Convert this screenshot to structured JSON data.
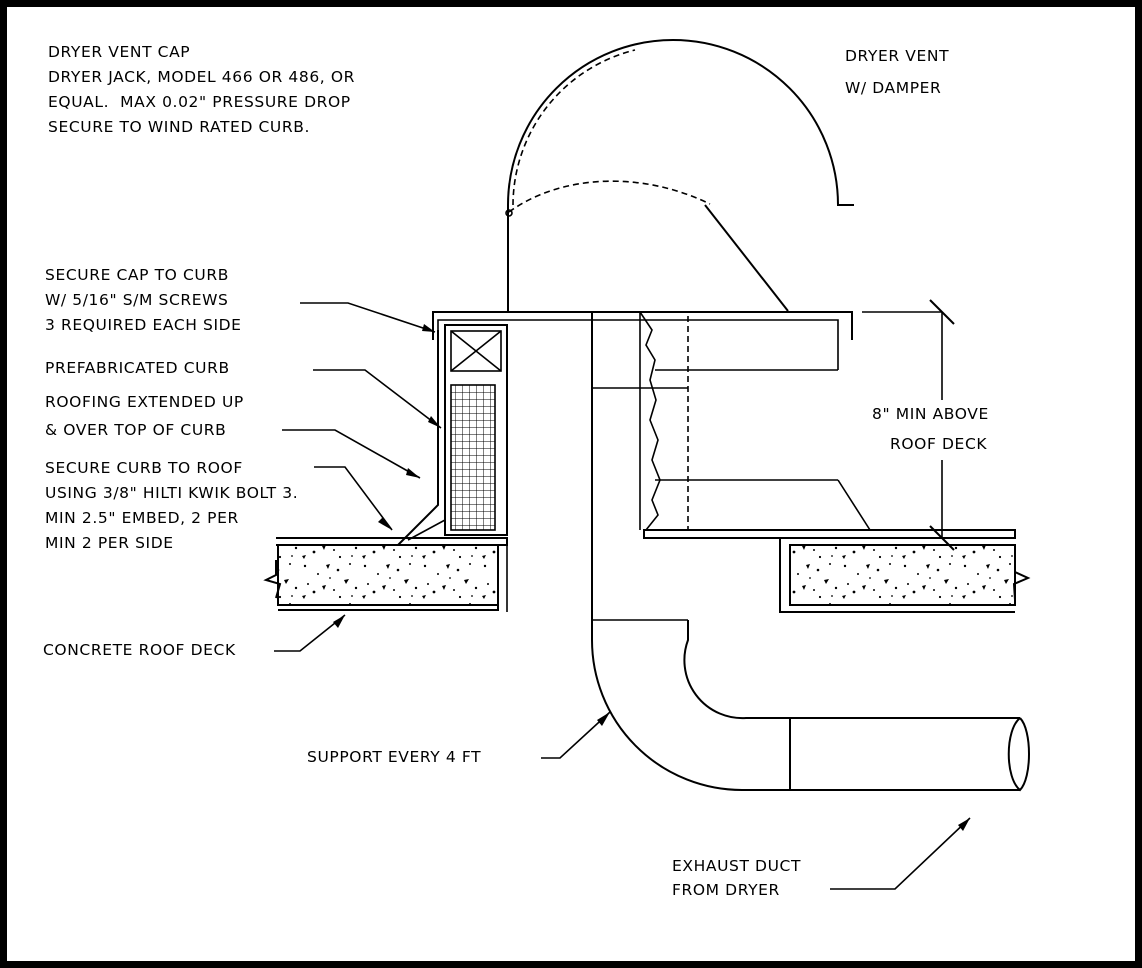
{
  "labels": {
    "cap_title": "DRYER VENT CAP",
    "cap_line2": "DRYER JACK, MODEL 466 OR 486, OR",
    "cap_line3": "EQUAL.  MAX 0.02\" PRESSURE DROP",
    "cap_line4": "SECURE TO WIND RATED CURB.",
    "vent_line1": "DRYER VENT",
    "vent_line2": "W/ DAMPER",
    "screws_line1": "SECURE CAP TO CURB",
    "screws_line2": "W/ 5/16\" S/M SCREWS",
    "screws_line3": "3 REQUIRED EACH SIDE",
    "prefab": "PREFABRICATED CURB",
    "roofing_line1": "ROOFING EXTENDED UP",
    "roofing_line2": "& OVER TOP OF CURB",
    "bolt_line1": "SECURE CURB TO ROOF",
    "bolt_line2": "USING 3/8\" HILTI KWIK BOLT 3.",
    "bolt_line3": "MIN 2.5\" EMBED, 2 PER",
    "bolt_line4": "MIN 2 PER SIDE",
    "height_line1": "8\" MIN ABOVE",
    "height_line2": "ROOF DECK",
    "concrete": "CONCRETE ROOF DECK",
    "support": "SUPPORT EVERY 4 FT",
    "exhaust_line1": "EXHAUST DUCT",
    "exhaust_line2": "FROM DRYER"
  }
}
